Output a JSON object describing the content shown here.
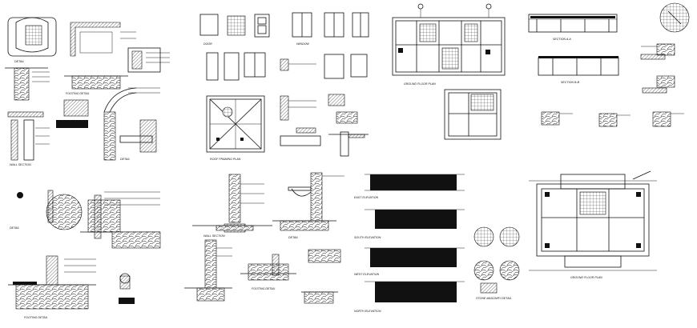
{
  "sheet": {
    "captions": {
      "east_elevation": "EAST ELEVATION",
      "south_elevation": "SOUTH ELEVATION",
      "west_elevation": "WEST ELEVATION",
      "north_elevation": "NORTH ELEVATION",
      "ground_floor_plan": "GROUND FLOOR PLAN",
      "roof_plan": "ROOF FRAMING PLAN",
      "section_aa": "SECTION A-A",
      "section_bb": "SECTION B-B",
      "detail": "DETAIL",
      "wall_section": "WALL SECTION",
      "footing_detail": "FOOTING DETAIL",
      "door_schedule": "DOOR",
      "window_schedule": "WINDOW",
      "stone_masonry": "STONE MASONRY DETAIL"
    },
    "colors": {
      "ink": "#111111",
      "paper": "#ffffff"
    }
  }
}
